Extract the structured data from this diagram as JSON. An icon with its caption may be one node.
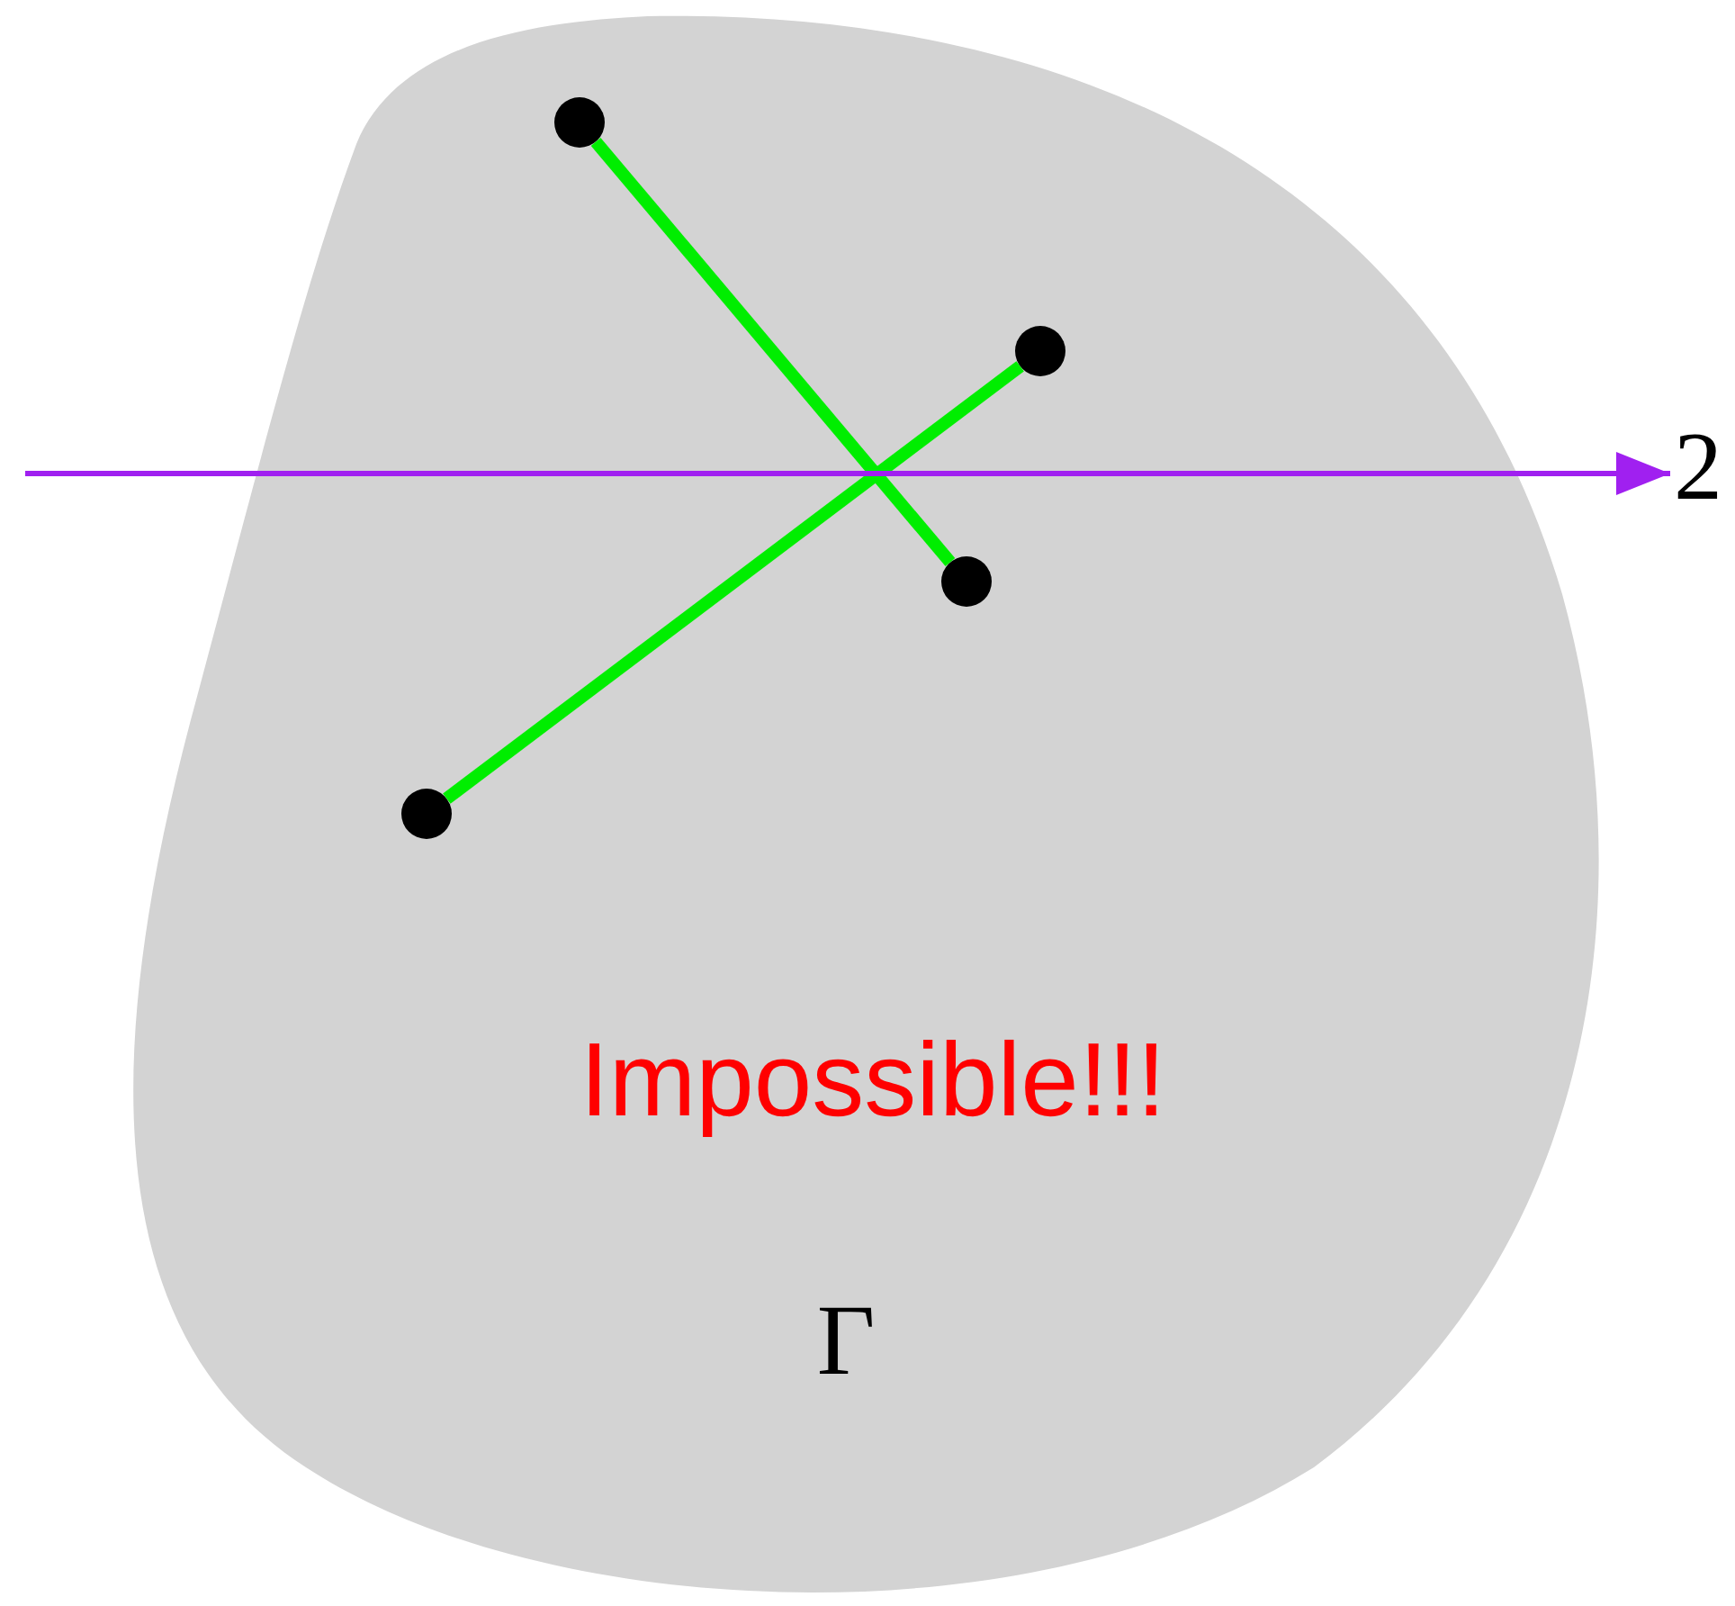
{
  "diagram": {
    "nodes": [
      {
        "text": [
          "Impossible!!!",
          "Γ"
        ]
      },
      {
        "text": [],
        "shape": "circle",
        "in": 0
      },
      {
        "text": [],
        "shape": "circle",
        "in": 0
      },
      {
        "text": [],
        "shape": "circle",
        "in": 0
      },
      {
        "text": [],
        "shape": "circle",
        "in": 0
      },
      {
        "text": [
          "2"
        ]
      }
    ],
    "edges": [
      {
        "from": 1,
        "to": 3,
        "arrow": "none"
      },
      {
        "from": 2,
        "to": 4,
        "arrow": "none"
      },
      {
        "from": null,
        "to": 5,
        "arrow": "to",
        "color": "#a020f0"
      }
    ]
  }
}
